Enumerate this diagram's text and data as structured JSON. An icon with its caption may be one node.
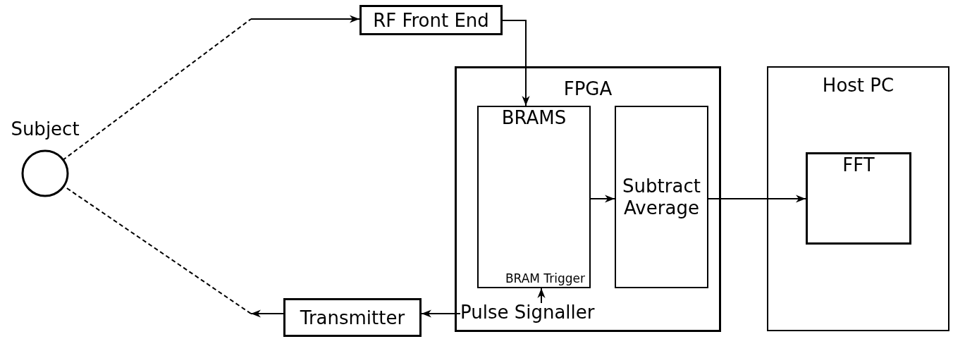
{
  "diagram": {
    "nodes": [
      {
        "text": [
          "Subject"
        ]
      },
      {
        "text": [
          "RF Front End"
        ]
      },
      {
        "text": [
          "FPGA"
        ]
      },
      {
        "text": [
          "BRAMS",
          "BRAM Trigger"
        ],
        "in": 2
      },
      {
        "text": [
          "Subtract Average"
        ],
        "in": 2
      },
      {
        "text": [
          "Pulse Signaller"
        ],
        "in": 2
      },
      {
        "text": [
          "Transmitter"
        ]
      },
      {
        "text": [
          "Host PC"
        ]
      },
      {
        "text": [
          "FFT"
        ],
        "in": 7
      }
    ],
    "edges": [
      {
        "from": 0,
        "to": null,
        "arrow": "none",
        "style": "dashed"
      },
      {
        "from": null,
        "to": 1,
        "arrow": "to"
      },
      {
        "from": 1,
        "to": 3,
        "arrow": "to"
      },
      {
        "from": 3,
        "to": 4,
        "arrow": "to"
      },
      {
        "from": 4,
        "to": 8,
        "arrow": "to"
      },
      {
        "from": 5,
        "to": 6,
        "arrow": "to"
      },
      {
        "from": 5,
        "to": 3,
        "arrow": "to"
      },
      {
        "from": 6,
        "to": null,
        "arrow": "to"
      },
      {
        "from": null,
        "to": 0,
        "arrow": "none",
        "style": "dashed"
      }
    ]
  }
}
